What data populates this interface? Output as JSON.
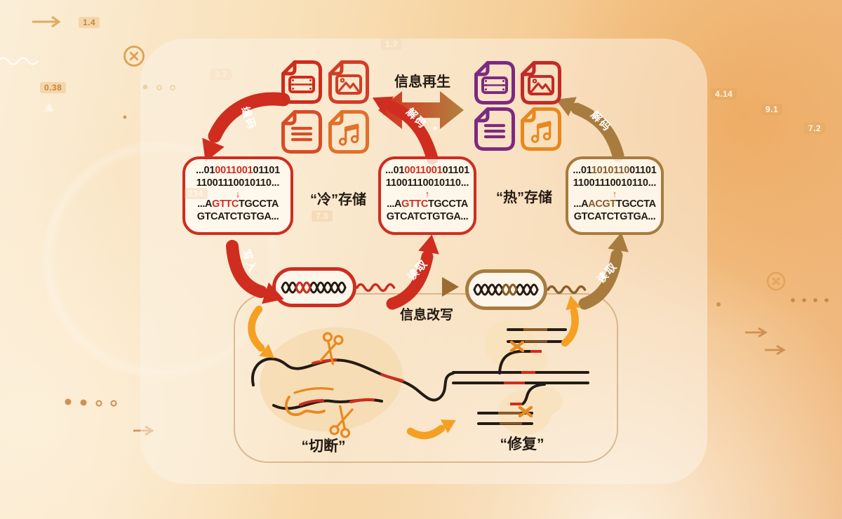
{
  "flow": {
    "regen_label": "信息再生",
    "rewrite_label": "信息改写",
    "encode_label": "编码",
    "decode_label_mid": "解码",
    "decode_label_right": "解码",
    "write_label": "写入",
    "read_label_left": "读取",
    "read_label_right": "读取"
  },
  "storage": {
    "cold_label": "“冷”存储",
    "hot_label": "“热”存储"
  },
  "process": {
    "cut_label": "“切断”",
    "repair_label": "“修复”"
  },
  "boxes": {
    "left": {
      "bin1_pre": "...01",
      "bin1_hl": "0011001",
      "bin1_post": "01101",
      "bin2": "11001110010110...",
      "arrow": "↓",
      "dna1_pre": "...A",
      "dna1_hl": "GTTC",
      "dna1_post": "TGCCTA",
      "dna2": "GTCATCTGTGA..."
    },
    "middle": {
      "bin1_pre": "...01",
      "bin1_hl": "0011001",
      "bin1_post": "01101",
      "bin2": "11001110010110...",
      "arrow": "↑",
      "dna1_pre": "...A",
      "dna1_hl": "GTTC",
      "dna1_post": "TGCCTA",
      "dna2": "GTCATCTGTGA..."
    },
    "right": {
      "bin1_pre": "...01",
      "bin1_hl": "1010110",
      "bin1_post": "01101",
      "bin2": "11001110010110...",
      "arrow": "↑",
      "dna1_pre": "...A",
      "dna1_hl": "ACGT",
      "dna1_post": "TGCCTA",
      "dna2": "GTCATCTGTGA..."
    }
  },
  "icons": {
    "left_group": [
      "video-file",
      "image-file",
      "text-file",
      "music-file"
    ],
    "right_group": [
      "video-file",
      "image-file",
      "text-file",
      "music-file"
    ],
    "other": [
      "dna-helix",
      "scissors",
      "squiggle-strand"
    ]
  },
  "decorations": {
    "badges": [
      {
        "text": "1.4"
      },
      {
        "text": "0.38"
      },
      {
        "text": "3.7"
      },
      {
        "text": "1.7"
      },
      {
        "text": "7.8"
      },
      {
        "text": "234"
      },
      {
        "text": "4.14"
      },
      {
        "text": "9.1"
      },
      {
        "text": "7.2"
      }
    ]
  },
  "colors": {
    "red": "#cf2d1f",
    "binary_highlight_red": "#c5271f",
    "brown": "#a87c3e",
    "dna_highlight_brown": "#8a5a28",
    "orange": "#f5a023",
    "scissors_orange": "#e8891d",
    "purple": "#7c2a80",
    "ink": "#241b14",
    "background_tan": "#f3c488"
  }
}
